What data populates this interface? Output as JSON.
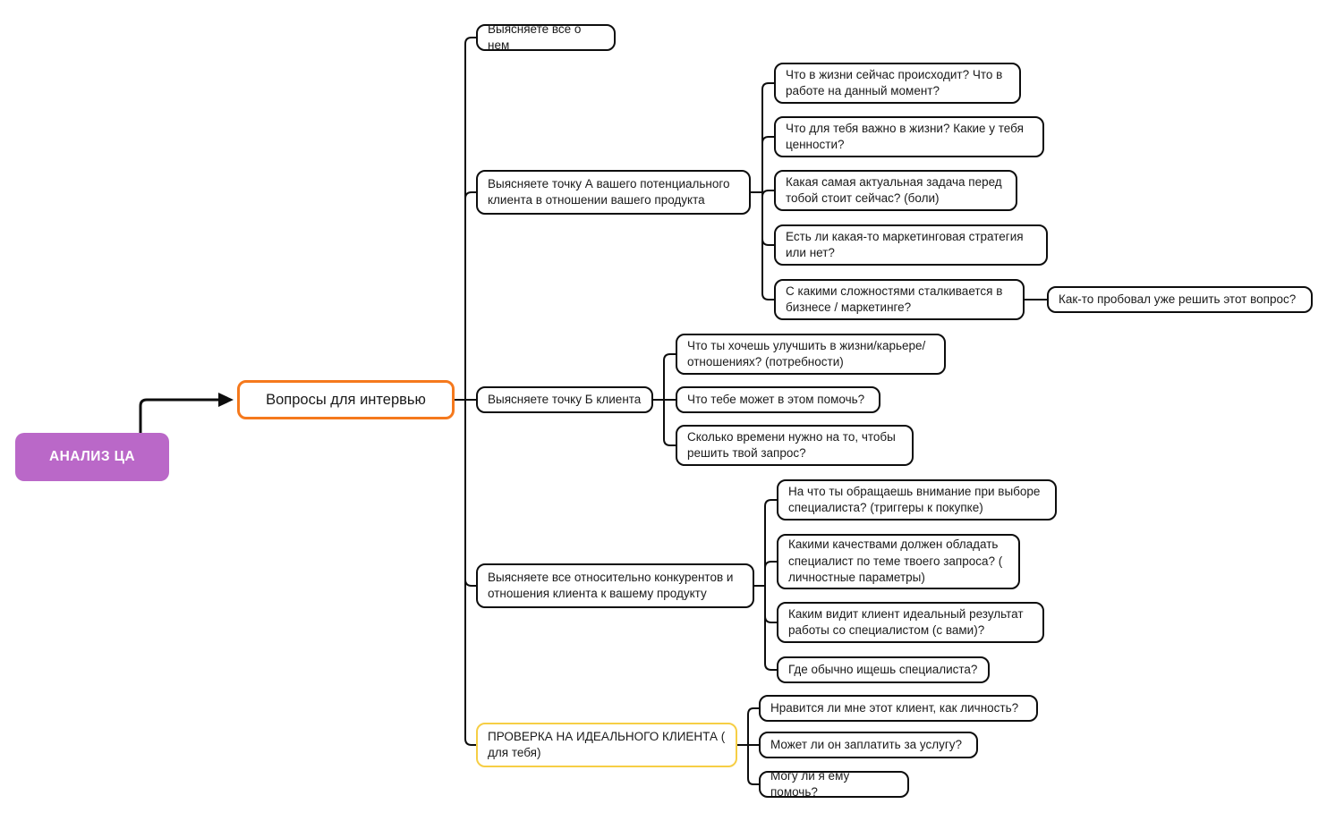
{
  "colors": {
    "root_fill": "#BA68C8",
    "main_border": "#F5791D",
    "checkpoint_border": "#F6CE45",
    "node_border": "#0D0D0D",
    "connector": "#0D0D0D",
    "text": "#1A1A1A",
    "canvas_bg": "#FFFFFF"
  },
  "map": {
    "root": {
      "label": "АНАЛИЗ ЦА"
    },
    "main": {
      "label": "Вопросы для интервью"
    },
    "branches": [
      {
        "label": "Выясняете все о нем",
        "children": []
      },
      {
        "label": "Выясняете точку А вашего потенциального клиента в отношении вашего продукта",
        "children": [
          {
            "label": "Что в жизни сейчас происходит? Что в работе на данный момент?"
          },
          {
            "label": "Что для тебя важно в жизни? Какие у тебя ценности?"
          },
          {
            "label": "Какая самая актуальная задача перед тобой стоит сейчас? (боли)"
          },
          {
            "label": "Есть ли какая-то маркетинговая стратегия или нет?"
          },
          {
            "label": "С какими сложностями сталкивается в бизнесе / маркетинге?",
            "children": [
              {
                "label": "Как-то пробовал уже решить этот вопрос?"
              }
            ]
          }
        ]
      },
      {
        "label": "Выясняете точку Б клиента",
        "children": [
          {
            "label": "Что ты хочешь улучшить в жизни/карьере/отношениях? (потребности)"
          },
          {
            "label": "Что тебе может в этом помочь?"
          },
          {
            "label": "Сколько времени нужно на то, чтобы решить твой запрос?"
          }
        ]
      },
      {
        "label": "Выясняете все относительно конкурентов и отношения клиента к вашему продукту",
        "children": [
          {
            "label": "На что ты обращаешь внимание при выборе специалиста? (триггеры к покупке)"
          },
          {
            "label": "Какими качествами должен обладать специалист по теме твоего запроса? ( личностные параметры)"
          },
          {
            "label": "Каким видит клиент идеальный результат работы со специалистом (с вами)?"
          },
          {
            "label": "Где обычно ищешь специалиста?"
          }
        ]
      },
      {
        "label": "ПРОВЕРКА НА ИДЕАЛЬНОГО КЛИЕНТА ( для тебя)",
        "children": [
          {
            "label": "Нравится ли мне этот клиент, как личность?"
          },
          {
            "label": "Может ли он заплатить за услугу?"
          },
          {
            "label": "Могу ли я ему помочь?"
          }
        ]
      }
    ]
  }
}
